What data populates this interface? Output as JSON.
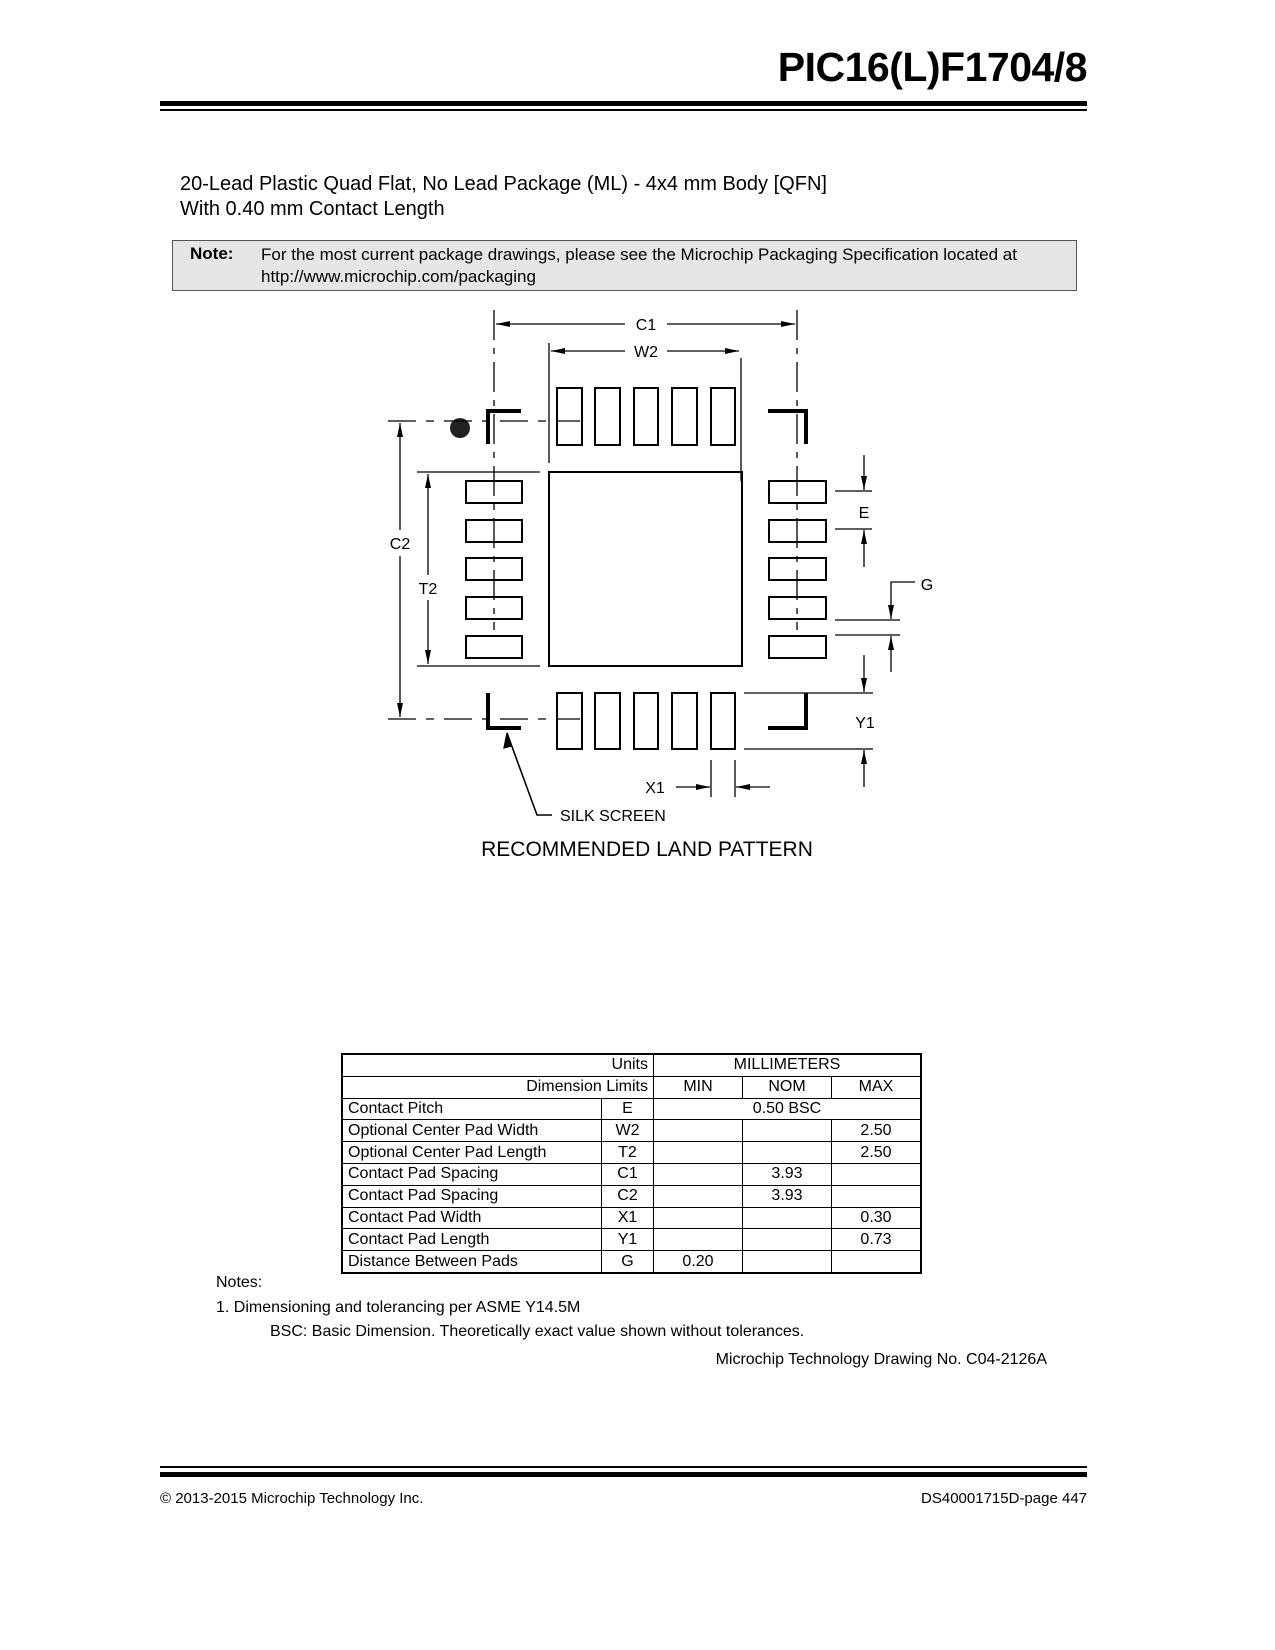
{
  "header": {
    "title": "PIC16(L)F1704/8"
  },
  "package": {
    "title_line1": "20-Lead Plastic Quad Flat, No Lead Package (ML) - 4x4 mm Body [QFN]",
    "title_line2": "With 0.40 mm Contact Length"
  },
  "note": {
    "label": "Note:",
    "text_line1": "For the most current package drawings, please see the Microchip Packaging Specification located at",
    "text_line2": "http://www.microchip.com/packaging"
  },
  "drawing": {
    "labels": {
      "c1": "C1",
      "w2": "W2",
      "c2": "C2",
      "t2": "T2",
      "e": "E",
      "g": "G",
      "y1": "Y1",
      "x1": "X1",
      "silk": "SILK SCREEN"
    },
    "caption": "RECOMMENDED LAND PATTERN"
  },
  "table": {
    "units_label": "Units",
    "units_value": "MILLIMETERS",
    "limits_label": "Dimension Limits",
    "cols": [
      "MIN",
      "NOM",
      "MAX"
    ],
    "rows": [
      {
        "name": "Contact Pitch",
        "sym": "E",
        "span": "0.50 BSC"
      },
      {
        "name": "Optional Center Pad Width",
        "sym": "W2",
        "min": "",
        "nom": "",
        "max": "2.50"
      },
      {
        "name": "Optional Center Pad Length",
        "sym": "T2",
        "min": "",
        "nom": "",
        "max": "2.50"
      },
      {
        "name": "Contact Pad Spacing",
        "sym": "C1",
        "min": "",
        "nom": "3.93",
        "max": ""
      },
      {
        "name": "Contact Pad Spacing",
        "sym": "C2",
        "min": "",
        "nom": "3.93",
        "max": ""
      },
      {
        "name": "Contact Pad Width",
        "sym": "X1",
        "min": "",
        "nom": "",
        "max": "0.30"
      },
      {
        "name": "Contact Pad Length",
        "sym": "Y1",
        "min": "",
        "nom": "",
        "max": "0.73"
      },
      {
        "name": "Distance Between Pads",
        "sym": "G",
        "min": "0.20",
        "nom": "",
        "max": ""
      }
    ]
  },
  "notes": {
    "heading": "Notes:",
    "item1": "1. Dimensioning and tolerancing per ASME Y14.5M",
    "item1b": "BSC: Basic Dimension. Theoretically exact value shown without tolerances.",
    "drawing_no": "Microchip Technology Drawing No. C04-2126A"
  },
  "footer": {
    "copyright": "© 2013-2015 Microchip Technology Inc.",
    "doc": "DS40001715D-page 447"
  }
}
